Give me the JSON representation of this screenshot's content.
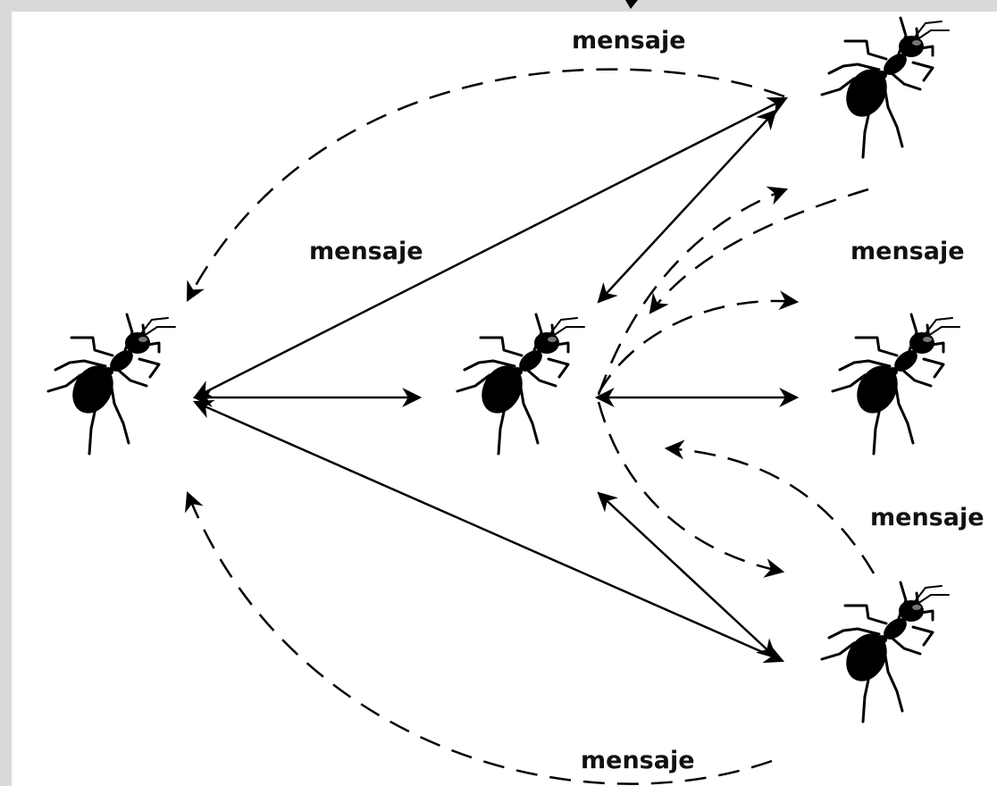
{
  "diagram": {
    "labels": {
      "top": "mensaje",
      "left": "mensaje",
      "right": "mensaje",
      "lower_right": "mensaje",
      "bottom": "mensaje"
    },
    "colors": {
      "background": "#d9d9d9",
      "panel": "#ffffff",
      "ink": "#000000"
    },
    "nodes": [
      "ant-left",
      "ant-center",
      "ant-top-right",
      "ant-mid-right",
      "ant-bottom-right"
    ]
  }
}
